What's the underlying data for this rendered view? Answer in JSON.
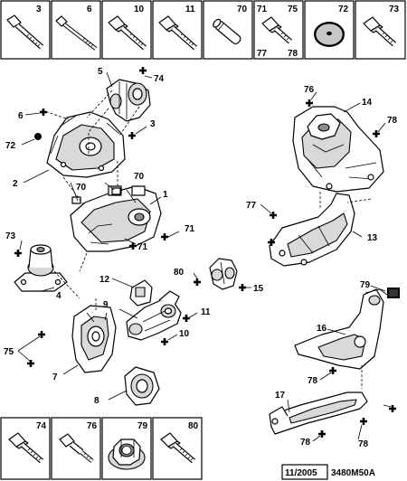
{
  "header_fasteners": [
    {
      "ref": "3",
      "icon": "long-bolt-icon"
    },
    {
      "ref": "6",
      "icon": "long-thin-bolt-icon"
    },
    {
      "ref": "10",
      "icon": "flange-bolt-icon"
    },
    {
      "ref": "11",
      "icon": "flange-bolt-icon"
    },
    {
      "ref": "70",
      "icon": "dowel-pin-icon"
    },
    {
      "ref_a": "71",
      "ref_b": "75",
      "ref_c": "77",
      "ref_d": "78",
      "icon": "short-flange-bolt-icon"
    },
    {
      "ref": "72",
      "icon": "round-plug-icon"
    },
    {
      "ref": "73",
      "icon": "flange-bolt-icon"
    }
  ],
  "footer_fasteners": [
    {
      "ref": "74",
      "icon": "flange-bolt-icon"
    },
    {
      "ref": "76",
      "icon": "stud-bolt-icon"
    },
    {
      "ref": "79",
      "icon": "flange-nut-icon"
    },
    {
      "ref": "80",
      "icon": "flange-bolt-icon"
    }
  ],
  "callouts": [
    "74",
    "5",
    "6",
    "3",
    "72",
    "70",
    "70",
    "2",
    "1",
    "71",
    "71",
    "73",
    "4",
    "12",
    "80",
    "15",
    "9",
    "11",
    "10",
    "75",
    "7",
    "8",
    "76",
    "14",
    "78",
    "77",
    "13",
    "79",
    "16",
    "78",
    "17",
    "78",
    "78"
  ],
  "footer": {
    "date_code": "11/2005",
    "diagram_ref": "3480M50A"
  }
}
